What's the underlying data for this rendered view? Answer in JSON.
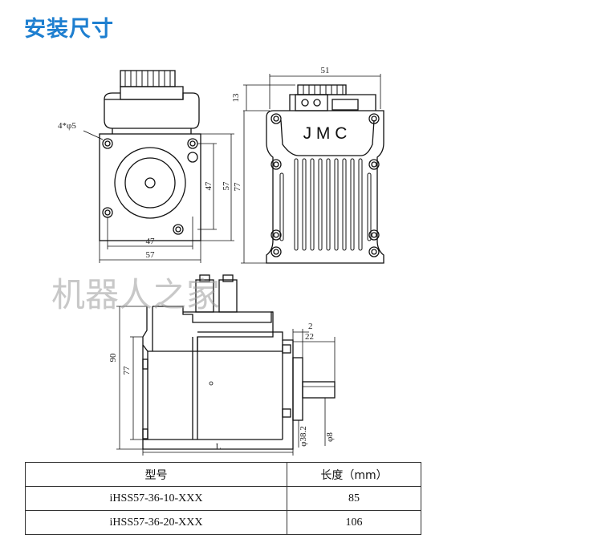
{
  "page": {
    "title": "安装尺寸"
  },
  "front_view": {
    "hole_label": "4*φ5",
    "dim_47_bottom": "47",
    "dim_57_bottom": "57",
    "dim_47_side": "47",
    "dim_57_side": "57"
  },
  "back_view": {
    "logo": "J M C",
    "dim_51": "51",
    "dim_13": "13",
    "dim_77": "77"
  },
  "side_view": {
    "dim_90": "90",
    "dim_77": "77",
    "dim_2": "2",
    "dim_22": "22",
    "dim_L": "L",
    "dim_38_2": "φ38.2",
    "dim_8": "φ8"
  },
  "watermark": "机器人之家",
  "table": {
    "headers": [
      "型号",
      "长度（mm）"
    ],
    "rows": [
      [
        "iHSS57-36-10-XXX",
        "85"
      ],
      [
        "iHSS57-36-20-XXX",
        "106"
      ]
    ]
  }
}
